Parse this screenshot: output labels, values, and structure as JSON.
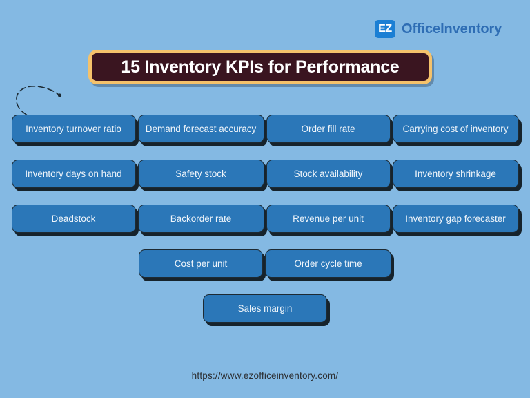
{
  "background_color": "#84b9e3",
  "brand": {
    "mark_text": "EZ",
    "mark_bg": "#1b7fd4",
    "name": "OfficeInventory",
    "name_color": "#2e6db4"
  },
  "title": {
    "text": "15 Inventory KPIs for Performance",
    "background": "#3a1520",
    "border_color": "#f5c26b",
    "text_color": "#ffffff"
  },
  "decoration": {
    "swoosh_label": "curved-arrow-swoosh",
    "stroke_color": "#1c2a33"
  },
  "kpi": {
    "box_fill": "#2b77b8",
    "box_border": "#1d2a33",
    "box_shadow": "#16232c",
    "label_color": "#eef4fa",
    "rows": [
      {
        "items": [
          {
            "label": "Inventory turnover ratio"
          },
          {
            "label": "Demand forecast accuracy"
          },
          {
            "label": "Order fill rate"
          },
          {
            "label": "Carrying cost of inventory"
          }
        ]
      },
      {
        "items": [
          {
            "label": "Inventory days on hand"
          },
          {
            "label": "Safety stock"
          },
          {
            "label": "Stock availability"
          },
          {
            "label": "Inventory shrinkage"
          }
        ]
      },
      {
        "items": [
          {
            "label": "Deadstock"
          },
          {
            "label": "Backorder rate"
          },
          {
            "label": "Revenue per unit"
          },
          {
            "label": "Inventory gap forecaster"
          }
        ]
      },
      {
        "items": [
          {
            "label": "Cost per unit"
          },
          {
            "label": "Order cycle time"
          }
        ]
      },
      {
        "items": [
          {
            "label": "Sales margin"
          }
        ]
      }
    ]
  },
  "footer": {
    "url": "https://www.ezofficeinventory.com/"
  }
}
